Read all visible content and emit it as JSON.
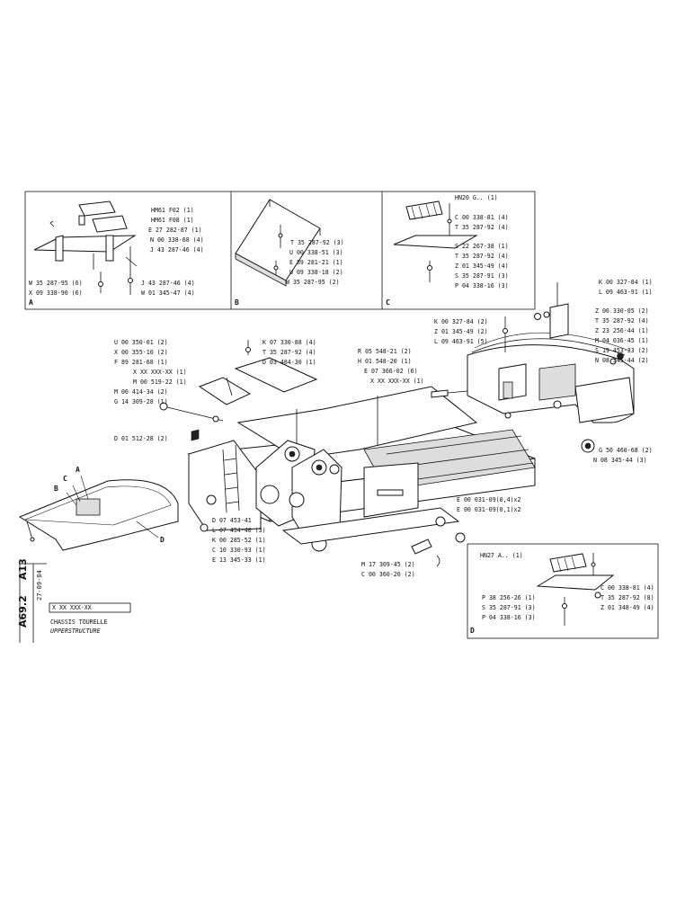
{
  "title_block": {
    "codes": [
      "A13",
      "A69.2"
    ],
    "date": "27-09-84",
    "part_no": "X XX XXX-XX",
    "title_fr": "CHASSIS TOURELLE",
    "title_en": "UPPERSTRUCTURE"
  },
  "insets": {
    "A": {
      "letter": "A",
      "labels": [
        "HM61 F02 (1)",
        "HM61 F08 (1)",
        "E 27 282-87 (1)",
        "N 00 338-68 (4)",
        "J 43 287-46 (4)",
        "J 43 287-46 (4)",
        "W 01 345-47 (4)",
        "W 35 287-95 (6)",
        "X 09 338-90 (6)"
      ]
    },
    "B": {
      "letter": "B",
      "labels": [
        "T 35 287-92 (3)",
        "U 00 338-51 (3)",
        "E 89 281-21 (1)",
        "U 09 338-18 (2)",
        "W 35 287-95 (2)"
      ]
    },
    "C": {
      "letter": "C",
      "labels": [
        "HN20 G.. (1)",
        "C 00 338-81 (4)",
        "T 35 287-92 (4)",
        "S 22 267-38 (1)",
        "T 35 287-92 (4)",
        "Z 01 345-49 (4)",
        "S 35 287-91 (3)",
        "P 04 338-16 (3)"
      ]
    },
    "D": {
      "letter": "D",
      "labels": [
        "HN27 A.. (1)",
        "C 00 338-81 (4)",
        "T 35 287-92 (8)",
        "Z 01 348-49 (4)",
        "P 38 256-26 (1)",
        "S 35 287-91 (3)",
        "P 04 338-16 (3)"
      ]
    }
  },
  "main_labels": {
    "left": [
      "U 00 350-01 (2)",
      "X 00 355-10 (2)",
      "F 89 281-68 (1)",
      "X XX XXX-XX (1)",
      "M 00 519-22 (1)",
      "M 00 414-34 (2)",
      "G 14 309-28 (1)",
      "D 01 512-28 (2)"
    ],
    "top_center": [
      "K 07 330-88 (4)",
      "T 35 287-92 (4)",
      "D 03 484-30 (1)"
    ],
    "center": [
      "R 05 548-21 (2)",
      "H 01 548-20 (1)",
      "E 07 366-02 (6)",
      "X XX XXX-XX (1)"
    ],
    "right_upper": [
      "K 00 327-84 (1)",
      "L 09 463-91 (1)",
      "K 00 327-84 (2)",
      "Z 01 345-49 (2)",
      "L 09 463-91 (5)",
      "Z 06 330-05 (2)",
      "T 35 287-92 (4)",
      "Z 23 256-44 (1)",
      "M 04 036-45 (1)",
      "S 19 453-33 (2)",
      "N 08 345-44 (2)"
    ],
    "right_lower": [
      "G 50 460-68 (2)",
      "N 08 345-44 (3)"
    ],
    "bottom_center": [
      "D 07 453-41",
      "L 07 454-40 (3)",
      "K 00 285-52 (1)",
      "C 10 330-93 (1)",
      "E 13 345-33 (1)"
    ],
    "bottom_right": [
      "E 00 031-09(0,4)x2",
      "E 00 031-09(0,1)x2",
      "M 17 309-45 (2)",
      "C 00 360-20 (2)"
    ],
    "thumb": [
      "A",
      "B",
      "C",
      "D"
    ]
  }
}
